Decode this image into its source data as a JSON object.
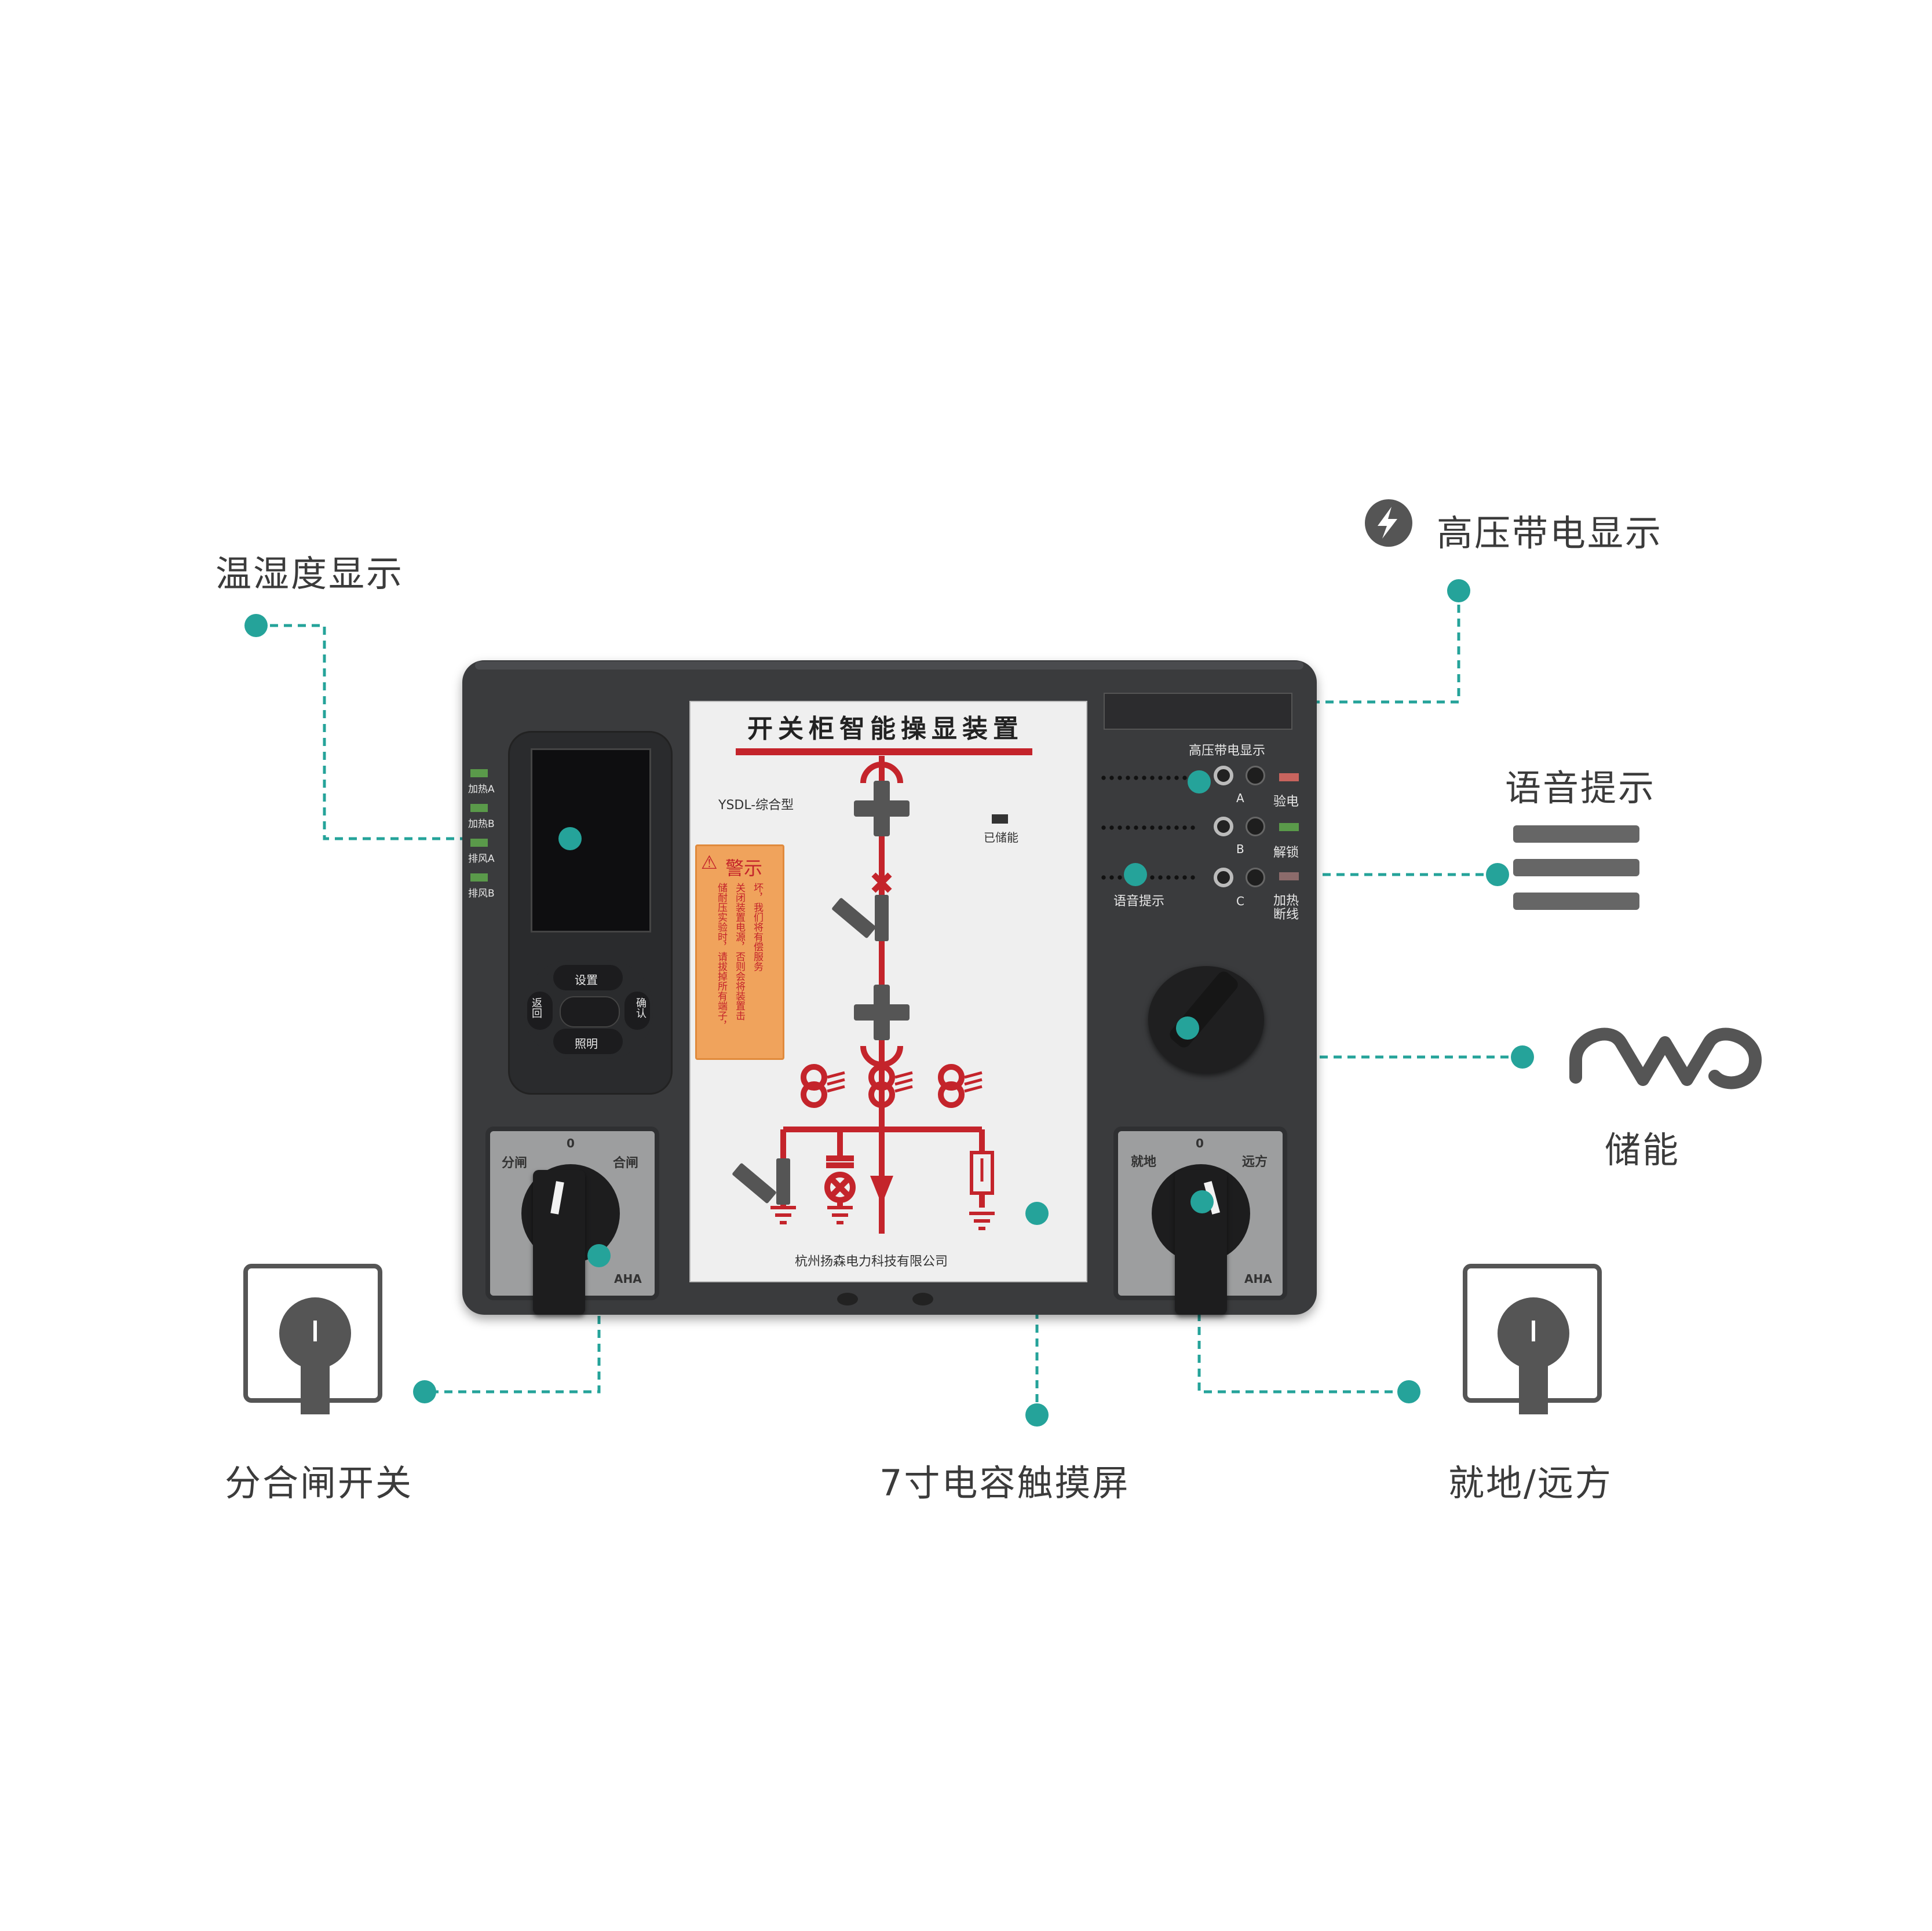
{
  "callouts": {
    "temp_humidity": "温湿度显示",
    "hv_live": "高压带电显示",
    "voice_prompt": "语音提示",
    "energy_storage": "储能",
    "switch_on_off": "分合闸开关",
    "touchscreen": "7寸电容触摸屏",
    "local_remote": "就地/远方"
  },
  "device": {
    "title": "开关柜智能操显装置",
    "model": "YSDL-综合型",
    "stored_label": "已储能",
    "warning": {
      "title": "警示",
      "col1": "坏，我们将有偿服务",
      "col2": "关闭装置电源，否则会将装置击",
      "col3": "储耐压实验时，请拔掉所有端子，"
    },
    "company": "杭州扬森电力科技有限公司",
    "left_leds": [
      "加热A",
      "加热B",
      "排风A",
      "排风B"
    ],
    "keypad": {
      "up": "设置",
      "down": "照明",
      "left": "返回",
      "right": "确认"
    },
    "right_panel": {
      "hv_title": "高压带电显示",
      "phases": [
        "A",
        "B",
        "C"
      ],
      "indicators": [
        "验电",
        "解锁",
        "加热断线"
      ],
      "voice_label": "语音提示"
    },
    "left_switch": {
      "left": "分闸",
      "center": "0",
      "right": "合闸",
      "brand": "AHA"
    },
    "right_switch": {
      "left": "就地",
      "center": "0",
      "right": "远方",
      "brand": "AHA"
    }
  },
  "colors": {
    "accent": "#25a39a",
    "panel": "#3a3b3d",
    "diagram_red": "#c4242b",
    "warning_orange": "#f0a35c"
  }
}
